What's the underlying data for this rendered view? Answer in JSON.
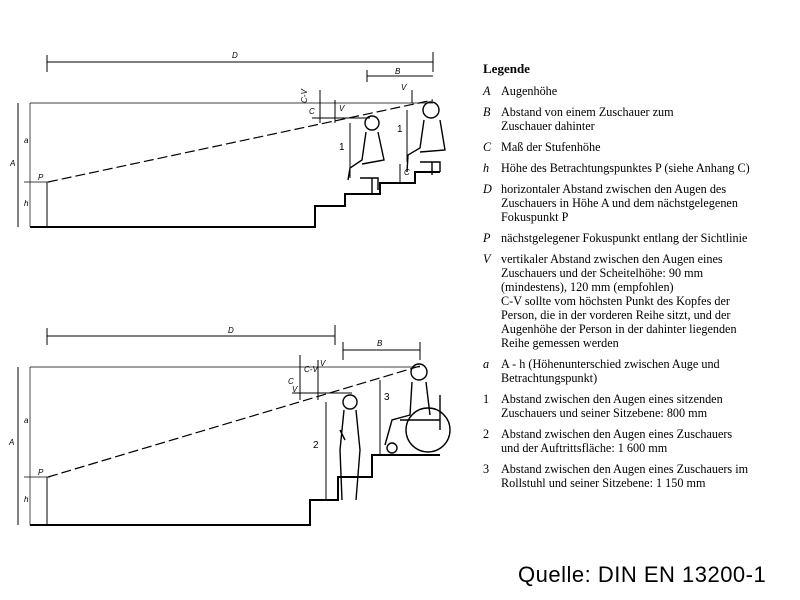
{
  "diagram": {
    "top": {
      "d": "D",
      "b": "B",
      "c_v": "C-V",
      "c": "C",
      "v": "V",
      "a": "a",
      "A": "A",
      "h": "h",
      "p": "P",
      "one": "1"
    },
    "bottom": {
      "d": "D",
      "b": "B",
      "c_v": "C-V",
      "c": "C",
      "v": "V",
      "a": "a",
      "A": "A",
      "h": "h",
      "p": "P",
      "two": "2",
      "three": "3"
    }
  },
  "legend": {
    "title": "Legende",
    "entries": [
      {
        "symbol": "A",
        "italic": true,
        "text": "Augenhöhe"
      },
      {
        "symbol": "B",
        "italic": true,
        "text": "Abstand von einem Zuschauer zum\n Zuschauer dahinter"
      },
      {
        "symbol": "C",
        "italic": true,
        "text": "Maß der Stufenhöhe"
      },
      {
        "symbol": "h",
        "italic": true,
        "text": "Höhe des Betrachtungspunktes P (siehe Anhang C)"
      },
      {
        "symbol": "D",
        "italic": true,
        "text": "horizontaler Abstand zwischen den Augen des\n Zuschauers in Höhe A und dem nächstgelegenen\n Fokuspunkt P"
      },
      {
        "symbol": "P",
        "italic": true,
        "text": "nächstgelegener Fokuspunkt entlang der Sichtlinie"
      },
      {
        "symbol": "V",
        "italic": true,
        "text": "vertikaler Abstand zwischen den Augen eines\n Zuschauers und der Scheitelhöhe: 90 mm\n (mindestens), 120 mm (empfohlen)\n C-V sollte vom höchsten Punkt des Kopfes der\n Person, die in der vorderen Reihe sitzt, und der\n Augenhöhe der Person in der dahinter liegenden\n Reihe gemessen werden"
      },
      {
        "symbol": "a",
        "italic": true,
        "text": "A - h (Höhenunterschied zwischen Auge und\n Betrachtungspunkt)"
      },
      {
        "symbol": "1",
        "italic": false,
        "text": "Abstand zwischen den Augen eines sitzenden\n Zuschauers und seiner Sitzebene: 800 mm"
      },
      {
        "symbol": "2",
        "italic": false,
        "text": "Abstand zwischen den Augen eines Zuschauers\n und der Auftrittsfläche: 1 600 mm"
      },
      {
        "symbol": "3",
        "italic": false,
        "text": "Abstand zwischen den Augen eines Zuschauers im\n Rollstuhl und seiner Sitzebene: 1 150 mm"
      }
    ]
  },
  "source": "Quelle: DIN EN 13200-1"
}
